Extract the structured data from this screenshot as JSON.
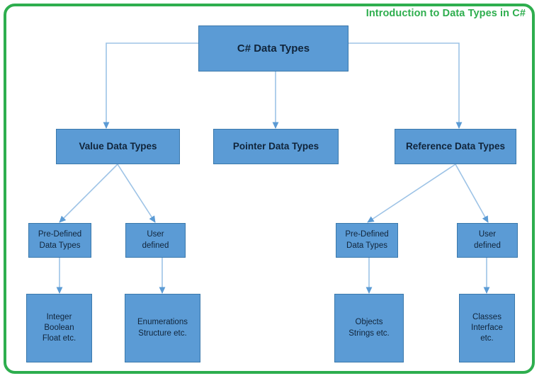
{
  "diagram": {
    "title": "Introduction to Data Types in C#",
    "frame_color": "#2eae4e",
    "node_fill": "#5b9bd5",
    "node_border": "#3a78ab",
    "connector_color": "#9dc3e6",
    "nodes": {
      "root": "C# Data Types",
      "value_types": "Value Data Types",
      "pointer_types": "Pointer Data Types",
      "reference_types": "Reference Data Types",
      "value_predefined": "Pre-Defined\nData Types",
      "value_userdefined": "User\ndefined",
      "value_predefined_examples": "Integer\nBoolean\nFloat etc.",
      "value_userdefined_examples": "Enumerations\nStructure etc.",
      "reference_predefined": "Pre-Defined\nData Types",
      "reference_userdefined": "User\ndefined",
      "reference_predefined_examples": "Objects\nStrings etc.",
      "reference_userdefined_examples": "Classes\nInterface\netc."
    }
  }
}
